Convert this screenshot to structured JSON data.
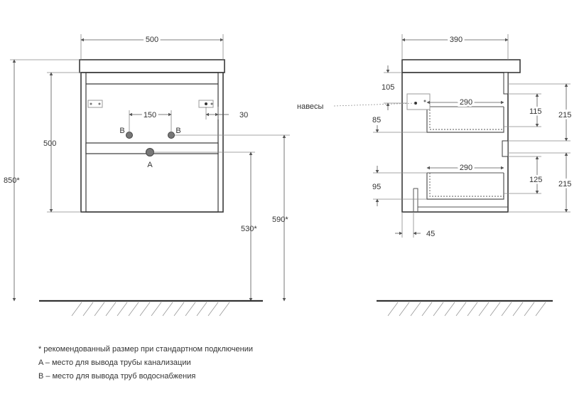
{
  "colors": {
    "ink": "#3a3a3a",
    "dim": "#555555",
    "thin": "#888888",
    "floor": "#333333"
  },
  "front_view": {
    "width": "500",
    "height": "500",
    "total_height": "850*",
    "pipe_spacing": "150",
    "hinge_offset": "30",
    "drain_height": "530*",
    "supply_height": "590*",
    "label_b_left": "B",
    "label_b_right": "B",
    "label_a": "A"
  },
  "side_view": {
    "depth": "390",
    "d_105": "105",
    "d_85": "85",
    "d_290_top": "290",
    "d_290_bottom": "290",
    "d_115": "115",
    "d_215_top": "215",
    "d_125": "125",
    "d_215_bottom": "215",
    "d_95": "95",
    "d_45": "45",
    "hinges_label": "навесы"
  },
  "notes": [
    "* рекомендованный размер при стандартном подключении",
    "A – место для вывода трубы канализации",
    "B – место для вывода труб водоснабжения"
  ]
}
